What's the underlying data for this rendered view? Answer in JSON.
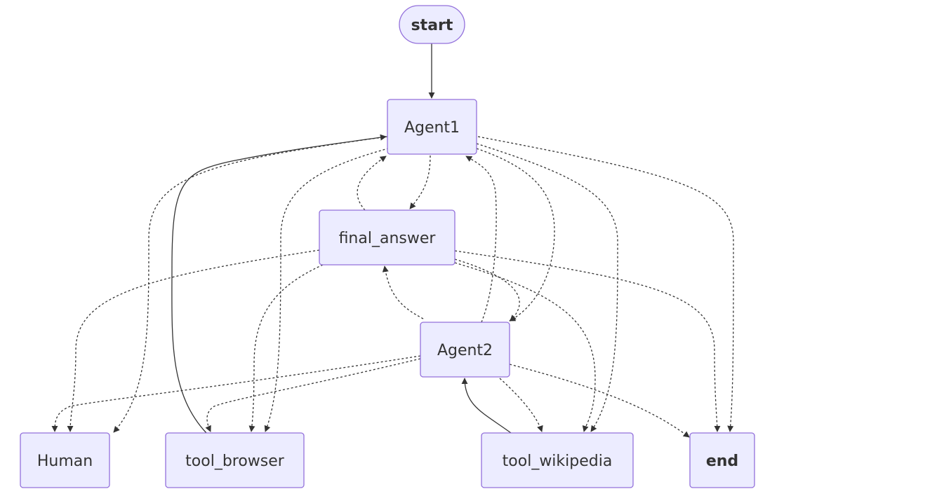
{
  "nodes": [
    {
      "id": "start",
      "label": "start",
      "bold": true,
      "shape": "pill"
    },
    {
      "id": "agent1",
      "label": "Agent1",
      "bold": false,
      "shape": "box"
    },
    {
      "id": "final_answer",
      "label": "final_answer",
      "bold": false,
      "shape": "box"
    },
    {
      "id": "agent2",
      "label": "Agent2",
      "bold": false,
      "shape": "box"
    },
    {
      "id": "human",
      "label": "Human",
      "bold": false,
      "shape": "box"
    },
    {
      "id": "tool_browser",
      "label": "tool_browser",
      "bold": false,
      "shape": "box"
    },
    {
      "id": "tool_wikipedia",
      "label": "tool_wikipedia",
      "bold": false,
      "shape": "box"
    },
    {
      "id": "end",
      "label": "end",
      "bold": true,
      "shape": "box"
    }
  ],
  "edges": [
    {
      "from": "start",
      "to": "agent1",
      "style": "solid"
    },
    {
      "from": "agent1",
      "to": "final_answer",
      "style": "dotted"
    },
    {
      "from": "agent1",
      "to": "agent2",
      "style": "dotted"
    },
    {
      "from": "agent1",
      "to": "human",
      "style": "dotted"
    },
    {
      "from": "agent1",
      "to": "tool_browser",
      "style": "dotted"
    },
    {
      "from": "agent1",
      "to": "tool_wikipedia",
      "style": "dotted"
    },
    {
      "from": "agent1",
      "to": "end",
      "style": "dotted"
    },
    {
      "from": "final_answer",
      "to": "agent1",
      "style": "dotted"
    },
    {
      "from": "final_answer",
      "to": "agent2",
      "style": "dotted"
    },
    {
      "from": "final_answer",
      "to": "human",
      "style": "dotted"
    },
    {
      "from": "final_answer",
      "to": "tool_browser",
      "style": "dotted"
    },
    {
      "from": "final_answer",
      "to": "tool_wikipedia",
      "style": "dotted"
    },
    {
      "from": "final_answer",
      "to": "end",
      "style": "dotted"
    },
    {
      "from": "agent2",
      "to": "agent1",
      "style": "dotted"
    },
    {
      "from": "agent2",
      "to": "final_answer",
      "style": "dotted"
    },
    {
      "from": "agent2",
      "to": "human",
      "style": "dotted"
    },
    {
      "from": "agent2",
      "to": "tool_browser",
      "style": "dotted"
    },
    {
      "from": "agent2",
      "to": "tool_wikipedia",
      "style": "dotted"
    },
    {
      "from": "agent2",
      "to": "end",
      "style": "dotted"
    },
    {
      "from": "tool_browser",
      "to": "agent1",
      "style": "solid"
    },
    {
      "from": "tool_wikipedia",
      "to": "agent2",
      "style": "solid"
    }
  ],
  "colors": {
    "node_fill": "#ECECFF",
    "node_stroke": "#9370DB",
    "edge": "#333333",
    "text": "#333333"
  }
}
